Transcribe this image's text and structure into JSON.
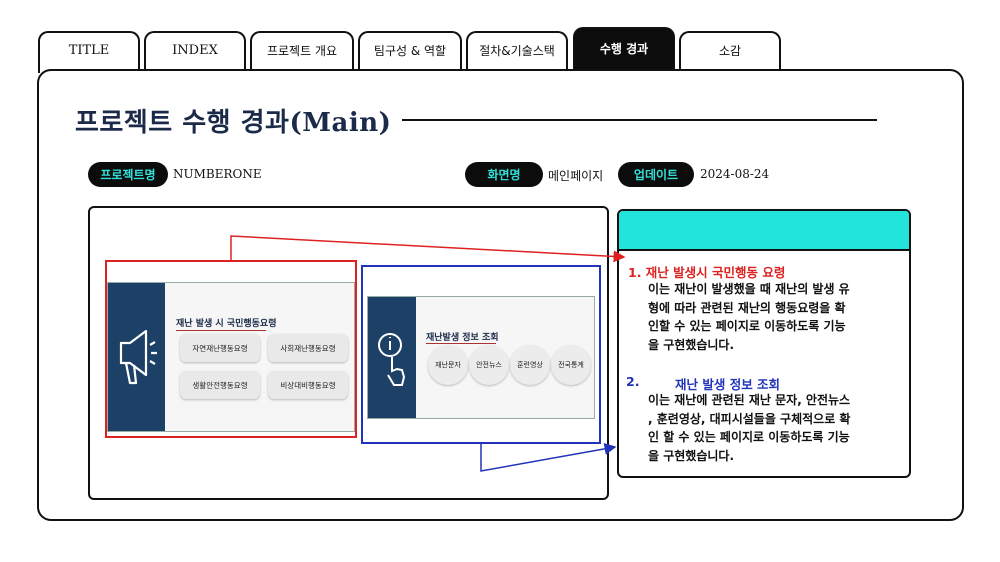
{
  "tabs": [
    "TITLE",
    "INDEX",
    "프로젝트 개요",
    "팀구성 & 역할",
    "절차&기술스택",
    "수행 경과",
    "소감"
  ],
  "page_title": "프로젝트 수행 경과(Main)",
  "meta": {
    "project_label": "프로젝트명",
    "project_value": "NUMBERONE",
    "screen_label": "화면명",
    "screen_value": "메인페이지",
    "update_label": "업데이트",
    "update_value": "2024-08-24"
  },
  "screenshot": {
    "left_panel": {
      "title": "재난 발생 시 국민행동요령",
      "buttons": [
        "자연재난행동요령",
        "사회재난행동요령",
        "생활안전행동요령",
        "비상대비행동요령"
      ]
    },
    "right_panel": {
      "title": "재난발생 정보 조회",
      "buttons": [
        "재난문자",
        "안전뉴스",
        "훈련영상",
        "전국통계"
      ]
    }
  },
  "description": {
    "item1_title": "1. 재난 발생시 국민행동 요령",
    "item1_lines": [
      "이는 재난이 발생했을 때 재난의 발생 유",
      "형에 따라 관련된 재난의 행동요령을 확",
      "인할 수 있는 페이지로 이동하도록 기능",
      "을 구현했습니다."
    ],
    "item2_num": "2.",
    "item2_title": "재난 발생 정보 조회",
    "item2_lines": [
      "이는 재난에 관련된 재난 문자, 안전뉴스",
      ", 훈련영상, 대피시설들을 구체적으로 확",
      "인 할 수 있는 페이지로 이동하도록 기능",
      "을 구현했습니다."
    ]
  },
  "colors": {
    "accent": "#22e4db",
    "dark": "#0c0c0c",
    "red": "#dd2222",
    "blue": "#2233bb",
    "navy": "#1c4066"
  }
}
